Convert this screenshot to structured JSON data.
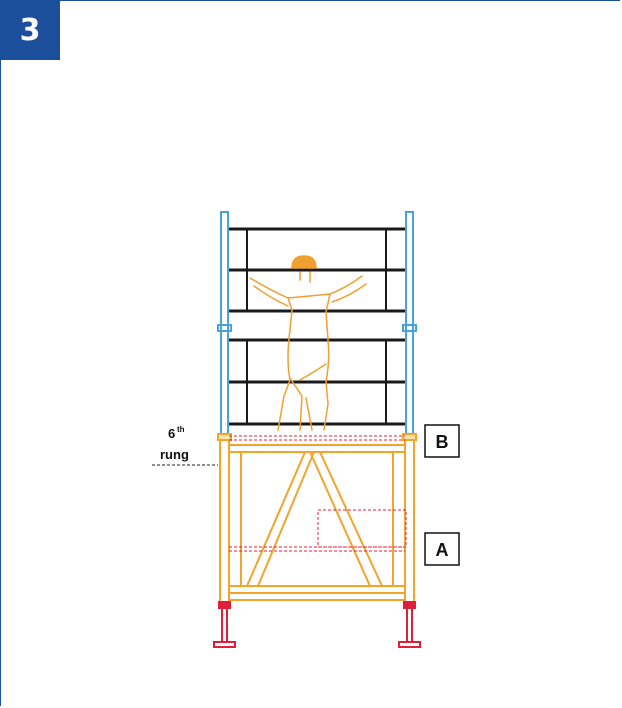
{
  "step": {
    "number": "3"
  },
  "labels": {
    "rung_number": "6",
    "rung_suffix": "th",
    "rung_word": "rung",
    "marker_a": "A",
    "marker_b": "B"
  },
  "colors": {
    "accent": "#1b4f9c",
    "frame_orange": "#f2a42b",
    "upper_blue": "#4aa3d8",
    "feet_red": "#e0203a",
    "dashed_red": "#e0203a",
    "platform_black": "#1a1a1a",
    "figure_orange": "#f0a030"
  }
}
